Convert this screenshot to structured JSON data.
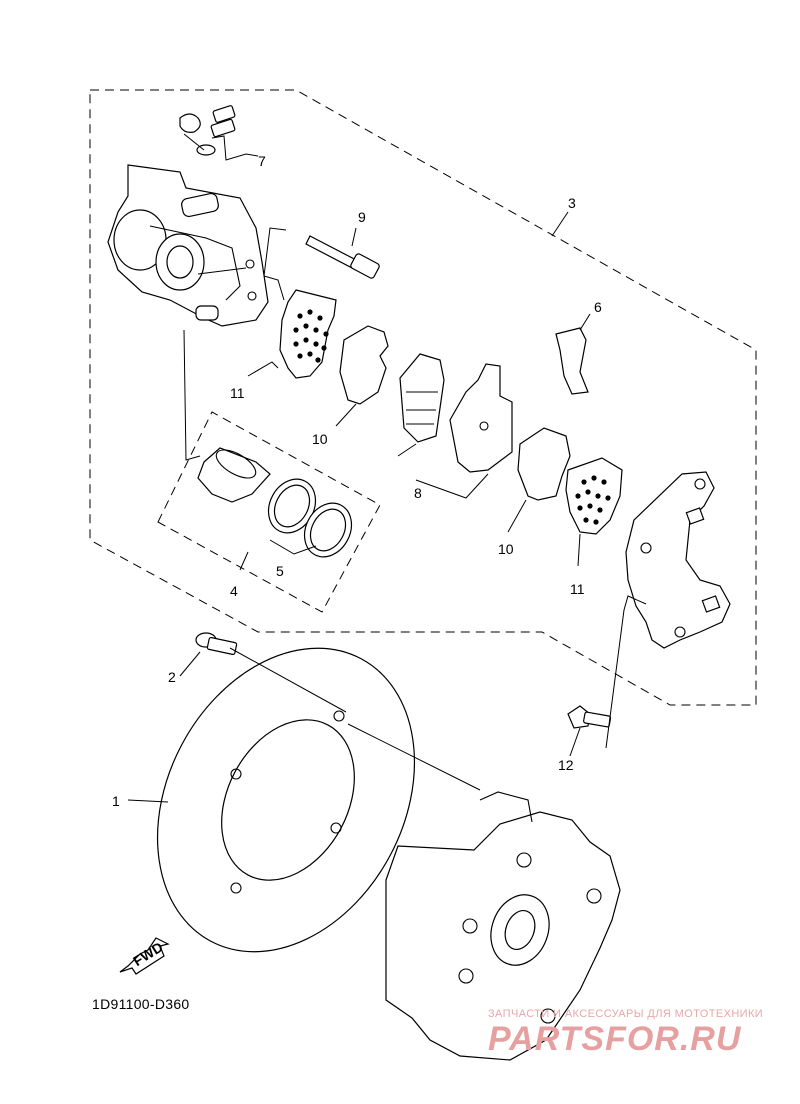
{
  "diagram": {
    "code": "1D91100-D360",
    "fwd_label": "FWD",
    "watermark": {
      "tagline": "ЗАПЧАСТИ И АКСЕССУАРЫ ДЛЯ МОТОТЕХНИКИ",
      "logo": "PARTSFOR.RU"
    },
    "labels": {
      "p1": "1",
      "p2": "2",
      "p3": "3",
      "p4": "4",
      "p5": "5",
      "p6": "6",
      "p7": "7",
      "p8": "8",
      "p9": "9",
      "p10a": "10",
      "p10b": "10",
      "p11a": "11",
      "p11b": "11",
      "p12": "12"
    }
  }
}
